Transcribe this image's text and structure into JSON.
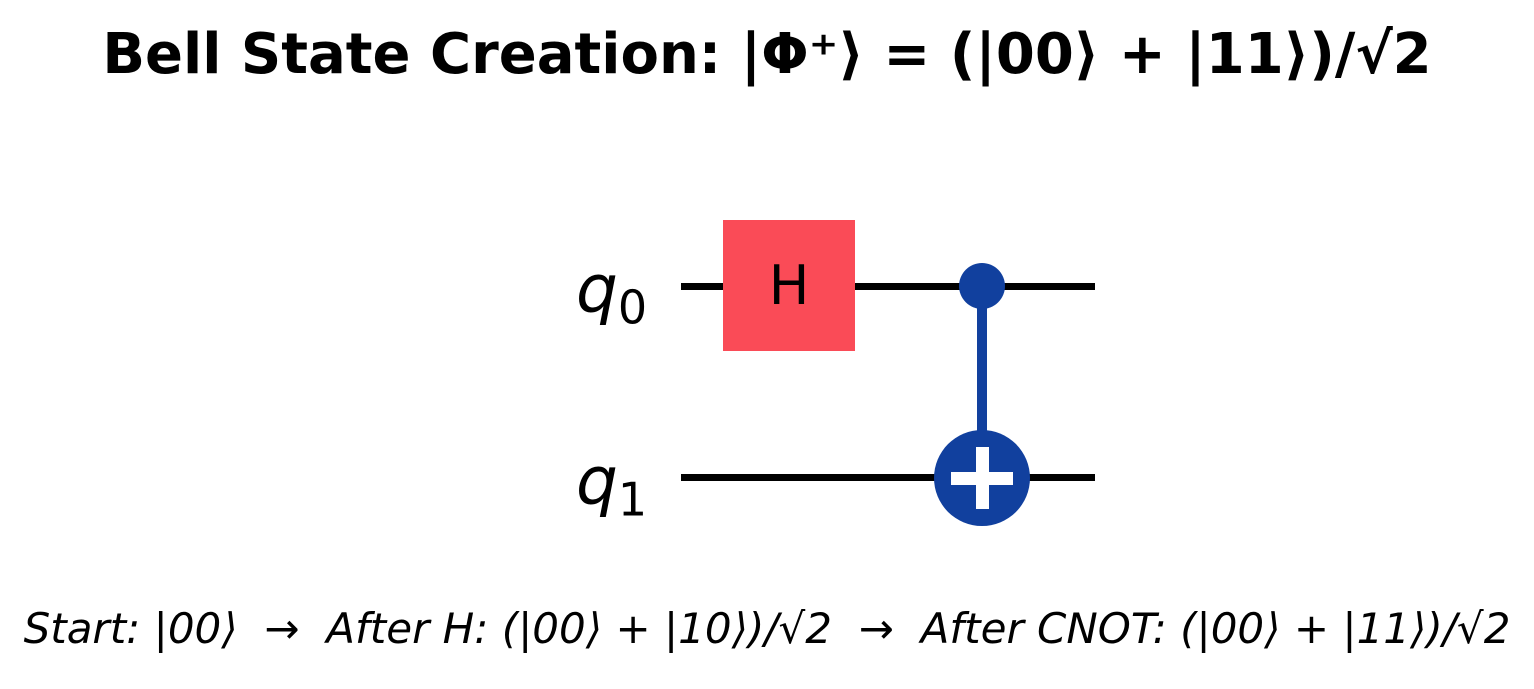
{
  "title": "Bell State Creation: |Φ⁺⟩ = (|00⟩ + |11⟩)/√2",
  "circuit": {
    "qubits": [
      {
        "base": "q",
        "sub": "0"
      },
      {
        "base": "q",
        "sub": "1"
      }
    ],
    "hadamard": {
      "label": "H",
      "on_qubit": "q0"
    },
    "cnot": {
      "control": "q0",
      "target": "q1"
    }
  },
  "caption": "Start: |00⟩  →  After H: (|00⟩ + |10⟩)/√2  →  After CNOT: (|00⟩ + |11⟩)/√2",
  "colors": {
    "background": "#ffffff",
    "wire": "#000000",
    "gate_red": "#fa4b57",
    "cnot_blue": "#11409e",
    "plus_white": "#ffffff",
    "text": "#000000"
  }
}
